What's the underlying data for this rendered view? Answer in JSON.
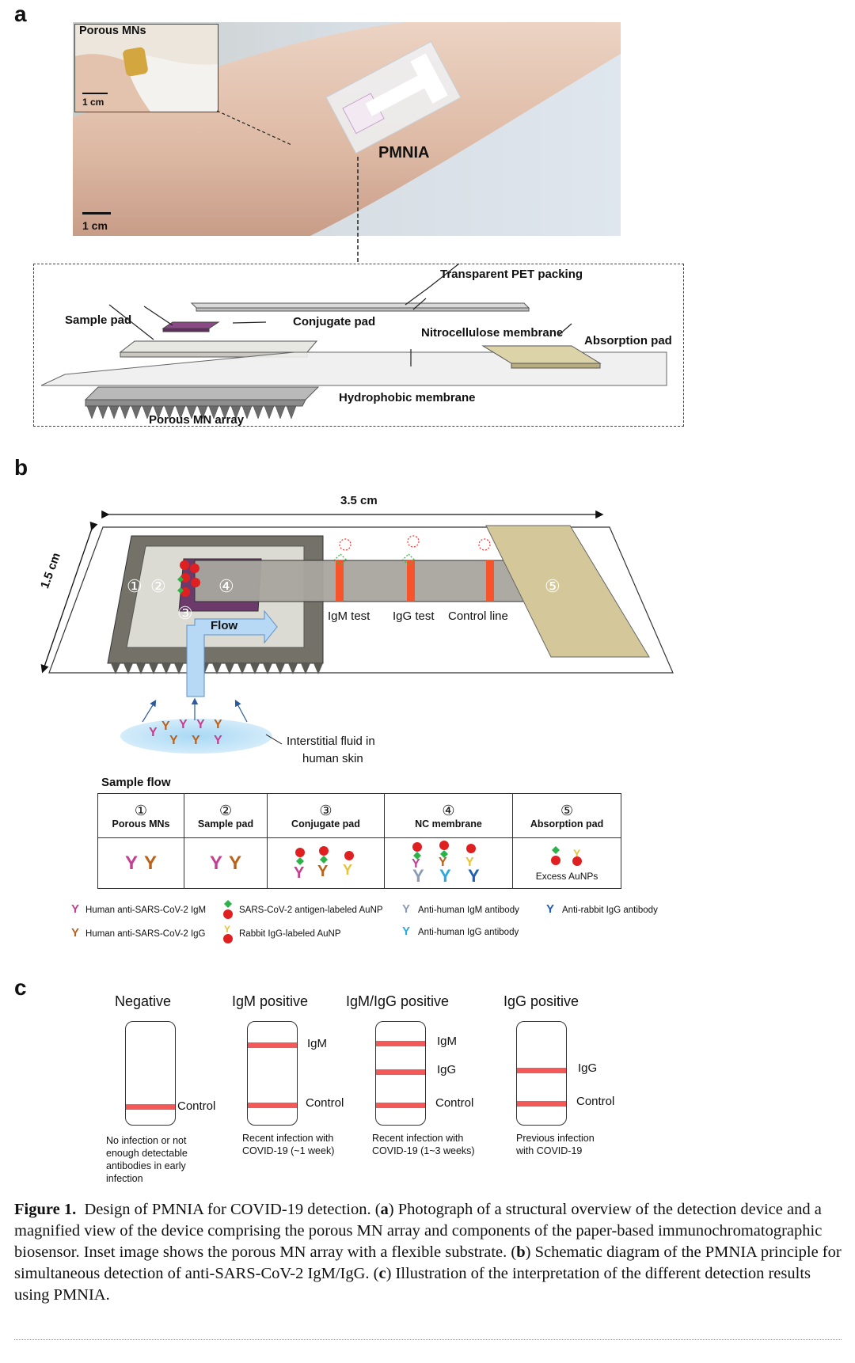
{
  "panel_a": {
    "letter": "a",
    "inset_label": "Porous MNs",
    "inset_scale": "1 cm",
    "photo_scale": "1 cm",
    "device_name": "PMNIA",
    "labels": {
      "pet": "Transparent PET packing",
      "sample_pad": "Sample pad",
      "conjugate_pad": "Conjugate pad",
      "nc_membrane": "Nitrocellulose membrane",
      "absorption_pad": "Absorption pad",
      "hydrophobic": "Hydrophobic membrane",
      "mn_array": "Porous MN array"
    }
  },
  "panel_b": {
    "letter": "b",
    "width_label": "3.5 cm",
    "height_label": "1.5 cm",
    "nums": [
      "①",
      "②",
      "③",
      "④",
      "⑤"
    ],
    "igm_test": "IgM test",
    "igg_test": "IgG test",
    "control_line": "Control line",
    "flow": "Flow",
    "fluid_line1": "Interstitial fluid in",
    "fluid_line2": "human skin",
    "sample_flow": "Sample flow",
    "table_headers": [
      {
        "num": "①",
        "name": "Porous MNs"
      },
      {
        "num": "②",
        "name": "Sample pad"
      },
      {
        "num": "③",
        "name": "Conjugate pad"
      },
      {
        "num": "④",
        "name": "NC membrane"
      },
      {
        "num": "⑤",
        "name": "Absorption pad"
      }
    ],
    "excess": "Excess AuNPs",
    "legend": {
      "igm": "Human anti-SARS-CoV-2 IgM",
      "igg": "Human anti-SARS-CoV-2 IgG",
      "antigen_aunp": "SARS-CoV-2 antigen-labeled AuNP",
      "rabbit_aunp": "Rabbit IgG-labeled AuNP",
      "anti_igm": "Anti-human IgM antibody",
      "anti_igg": "Anti-human IgG antibody",
      "anti_rabbit": "Anti-rabbit IgG antibody"
    }
  },
  "panel_c": {
    "letter": "c",
    "results": [
      {
        "title": "Negative",
        "bands": [
          "Control"
        ],
        "desc": "No infection or not enough detectable antibodies in early infection"
      },
      {
        "title": "IgM positive",
        "bands": [
          "IgM",
          "Control"
        ],
        "desc": "Recent infection with COVID-19 (~1 week)"
      },
      {
        "title": "IgM/IgG positive",
        "bands": [
          "IgM",
          "IgG",
          "Control"
        ],
        "desc": "Recent infection with COVID-19 (1~3 weeks)"
      },
      {
        "title": "IgG positive",
        "bands": [
          "IgG",
          "Control"
        ],
        "desc": "Previous infection with COVID-19"
      }
    ]
  },
  "caption": {
    "label": "Figure 1.",
    "text_1": "Design of PMNIA for COVID-19 detection. (",
    "a": "a",
    "text_2": ") Photograph of a structural overview of the detection device and a magnified view of the device comprising the porous MN array and components of the paper-based immunochromatographic biosensor. Inset image shows the porous MN array with a flexible substrate. (",
    "b": "b",
    "text_3": ") Schematic diagram of the PMNIA principle for simultaneous detection of anti-SARS-CoV-2 IgM/IgG. (",
    "c": "c",
    "text_4": ") Illustration of the interpretation of the different detection results using PMNIA."
  },
  "colors": {
    "red_band": "#f25a5a",
    "igm_magenta": "#c2408f",
    "igg_brown": "#b8621b",
    "anti_igm_gray": "#8a9bb5",
    "anti_igg_cyan": "#2aa9e0",
    "anti_rabbit_blue": "#1e5fb3",
    "absorption_tan": "#d8cca0"
  }
}
